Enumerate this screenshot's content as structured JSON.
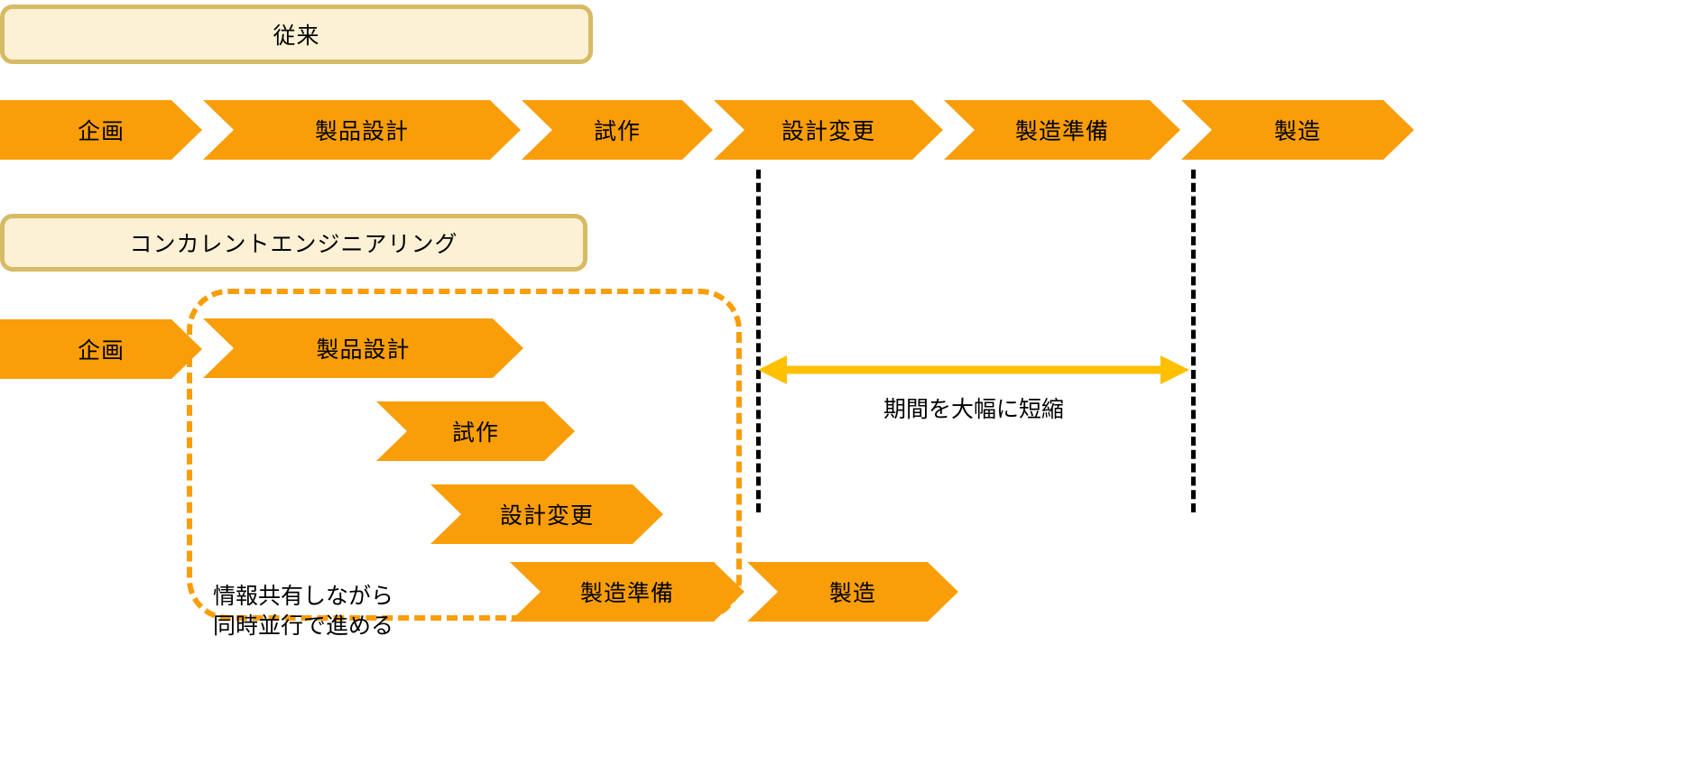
{
  "diagram": {
    "title_top_banner": "従来",
    "title_bottom_banner": "コンカレントエンジニアリング",
    "colors": {
      "chevron_fill": "#F99E09",
      "banner_fill": "#FCF1D5",
      "banner_border": "#D7BA64",
      "dashed_group": "#F99E09",
      "arrow": "#FFC000",
      "divider": "#000000"
    },
    "conventional_row": {
      "label": "従来",
      "steps": [
        {
          "label": "企画"
        },
        {
          "label": "製品設計"
        },
        {
          "label": "試作"
        },
        {
          "label": "設計変更"
        },
        {
          "label": "製造準備"
        },
        {
          "label": "製造"
        }
      ]
    },
    "concurrent_rows": {
      "label": "コンカレントエンジニアリング",
      "steps": [
        {
          "label": "企画"
        },
        {
          "label": "製品設計"
        },
        {
          "label": "試作"
        },
        {
          "label": "設計変更"
        },
        {
          "label": "製造準備"
        },
        {
          "label": "製造"
        }
      ]
    },
    "annotations": {
      "parallel_note": "情報共有しながら\n同時並行で進める",
      "arrow_label": "期間を大幅に短縮"
    }
  }
}
